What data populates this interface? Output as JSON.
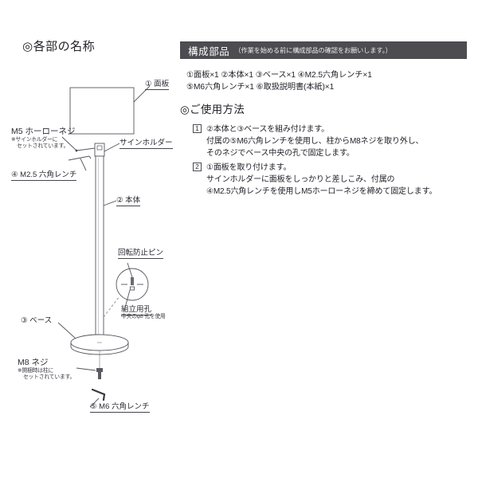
{
  "left": {
    "section_title": "◎各部の名称",
    "labels": {
      "faceplate": "① 面板",
      "sign_holder": "サインホルダー",
      "m5_screw": "M5 ホーローネジ",
      "m5_note_line1": "※サインホルダーに",
      "m5_note_line2": "セットされています。",
      "wrench_m25": "④ M2.5 六角レンチ",
      "body": "② 本体",
      "anti_rotation_pin": "回転防止ピン",
      "assembly_hole": "組立用孔",
      "assembly_hole_note": "中央のφ8 孔を使用",
      "base": "③ ベース",
      "m8_screw": "M8 ネジ",
      "m8_note_line1": "※開梱時は柱に",
      "m8_note_line2": "セットされています。",
      "wrench_m6": "⑤ M6 六角レンチ"
    }
  },
  "right": {
    "parts_header": {
      "title": "構成部品",
      "subtitle": "（作業を始める前に構成部品の確認をお願いします。）"
    },
    "parts_list": [
      "①面板×1  ②本体×1  ③ベース×1  ④M2.5六角レンチ×1",
      "⑤M6六角レンチ×1  ⑥取扱説明書(本紙)×1"
    ],
    "usage_title": "◎ご使用方法",
    "steps": [
      {
        "number": "1",
        "lines": [
          "②本体と③ベースを組み付けます。",
          "付属の⑤M6六角レンチを使用し、柱からM8ネジを取り外し、",
          "そのネジでベース中央の孔で固定します。"
        ]
      },
      {
        "number": "2",
        "lines": [
          "①面板を取り付けます。",
          "サインホルダーに面板をしっかりと差しこみ、付属の",
          "④M2.5六角レンチを使用しM5ホーローネジを締めて固定します。"
        ]
      }
    ]
  },
  "colors": {
    "header_bar": "#4c4c51",
    "header_text": "#ffffff",
    "line": "#55555d",
    "text": "#23232a",
    "page_bg": "#ffffff"
  }
}
